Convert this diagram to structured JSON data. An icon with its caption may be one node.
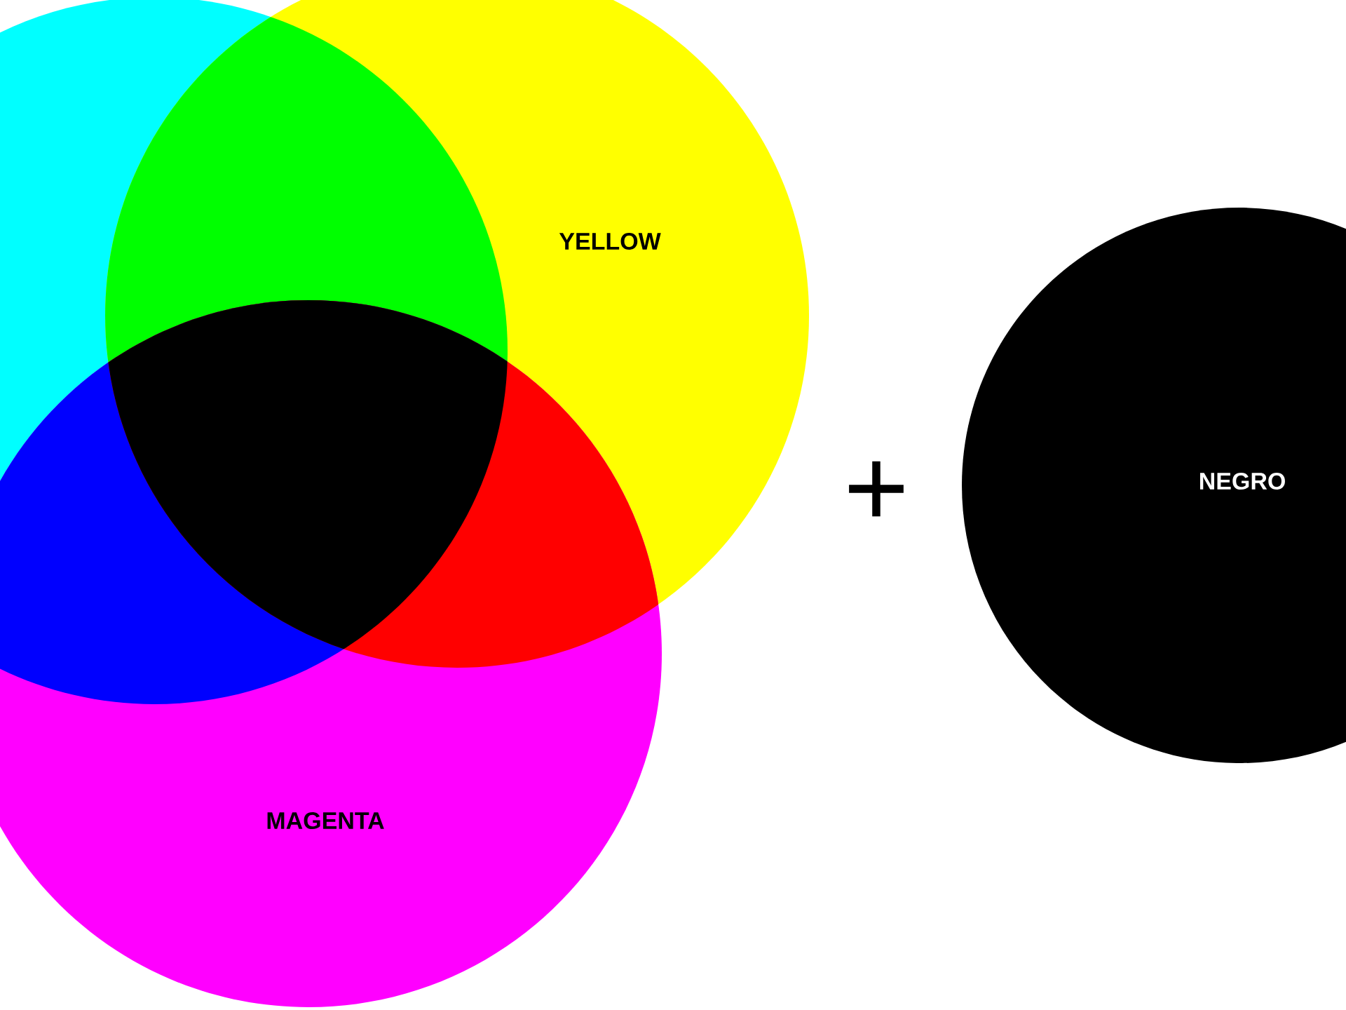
{
  "diagram": {
    "nodes": [
      {
        "text": [],
        "shape": "circle"
      },
      {
        "text": [
          "YELLOW"
        ]
      },
      {
        "text": [
          "MAGENTA"
        ]
      },
      {
        "text": [
          "NEGRO"
        ]
      }
    ],
    "labels": [
      "+"
    ]
  }
}
